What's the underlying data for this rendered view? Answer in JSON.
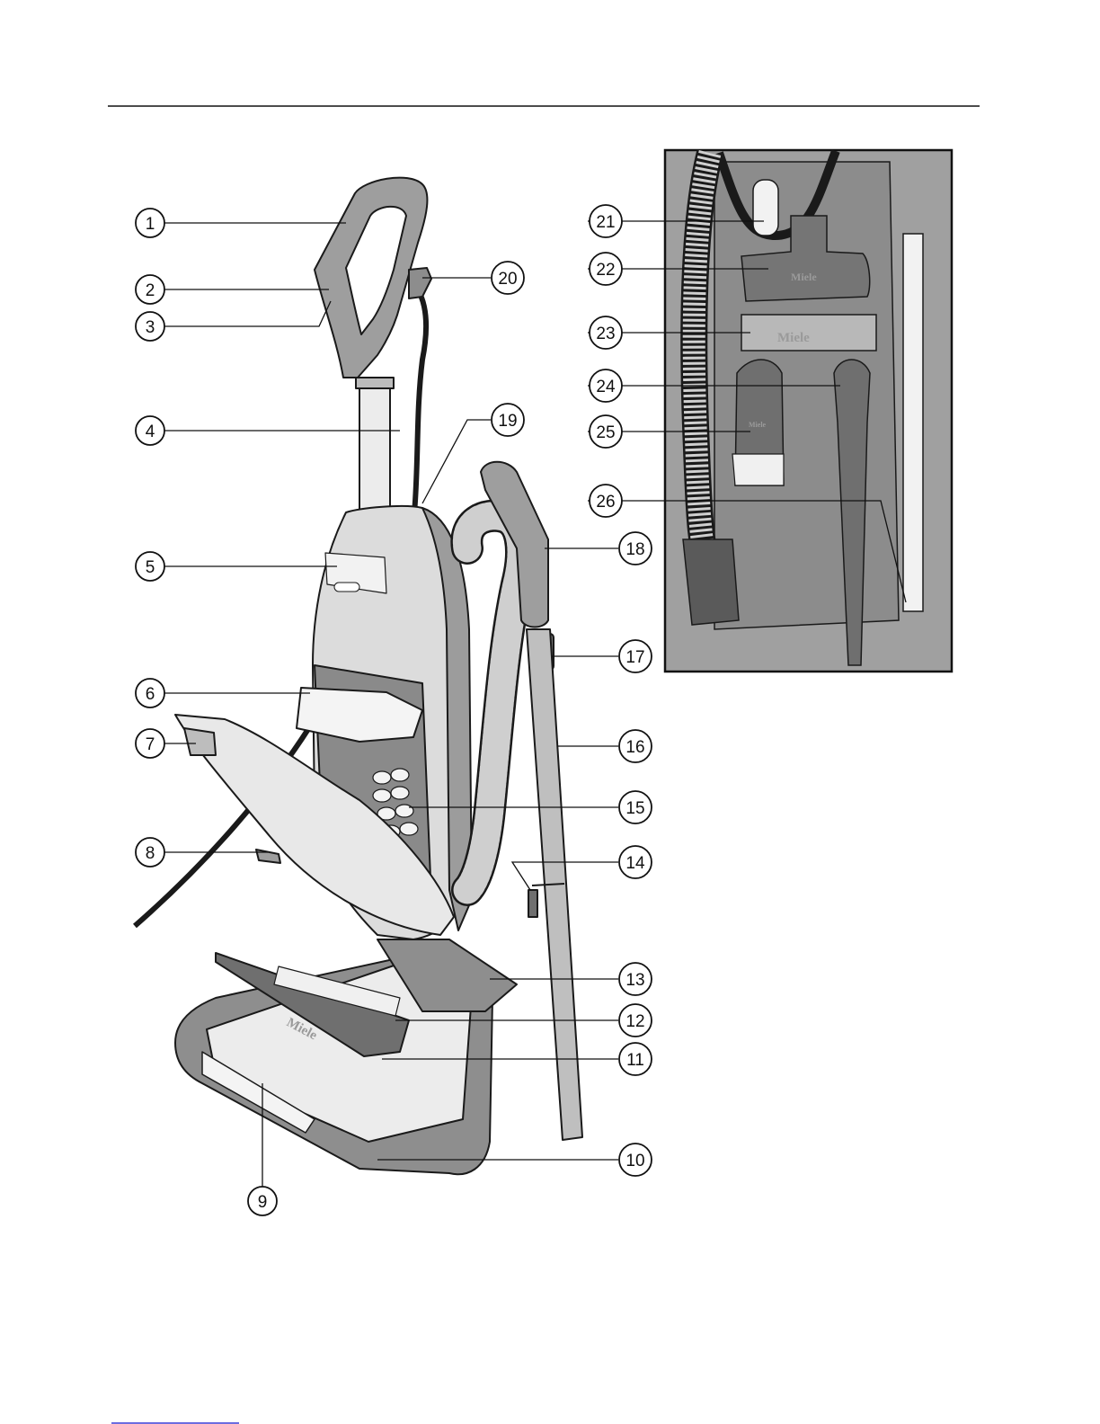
{
  "brand": "Miele",
  "callouts": [
    "1",
    "2",
    "3",
    "4",
    "5",
    "6",
    "7",
    "8",
    "9",
    "10",
    "11",
    "12",
    "13",
    "14",
    "15",
    "16",
    "17",
    "18",
    "19",
    "20",
    "21",
    "22",
    "23",
    "24",
    "25",
    "26"
  ],
  "colors": {
    "body_light": "#d9d9d9",
    "body_mid": "#a9a9a9",
    "body_dark": "#6f6f6f",
    "outline": "#1a1a1a",
    "underline": "#3b3bd6"
  }
}
